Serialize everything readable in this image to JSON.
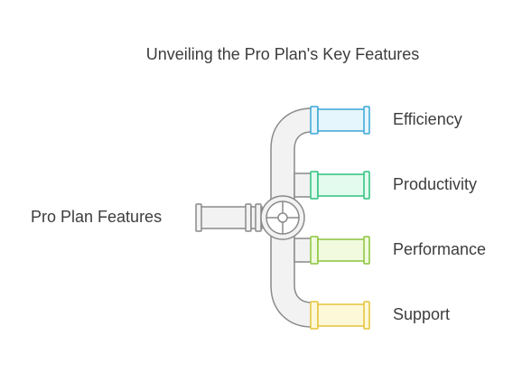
{
  "title": "Unveiling the Pro Plan's Key Features",
  "root_label": "Pro Plan Features",
  "features": [
    {
      "label": "Efficiency",
      "color": "#3aa6d6",
      "fill": "#e6f6fd"
    },
    {
      "label": "Productivity",
      "color": "#2ec27e",
      "fill": "#e3fbef"
    },
    {
      "label": "Performance",
      "color": "#8cc43c",
      "fill": "#f1fadf"
    },
    {
      "label": "Support",
      "color": "#e4c43a",
      "fill": "#fdf8d8"
    }
  ],
  "pipe_color": "#8a8a8a",
  "pipe_fill": "#f2f2f2"
}
